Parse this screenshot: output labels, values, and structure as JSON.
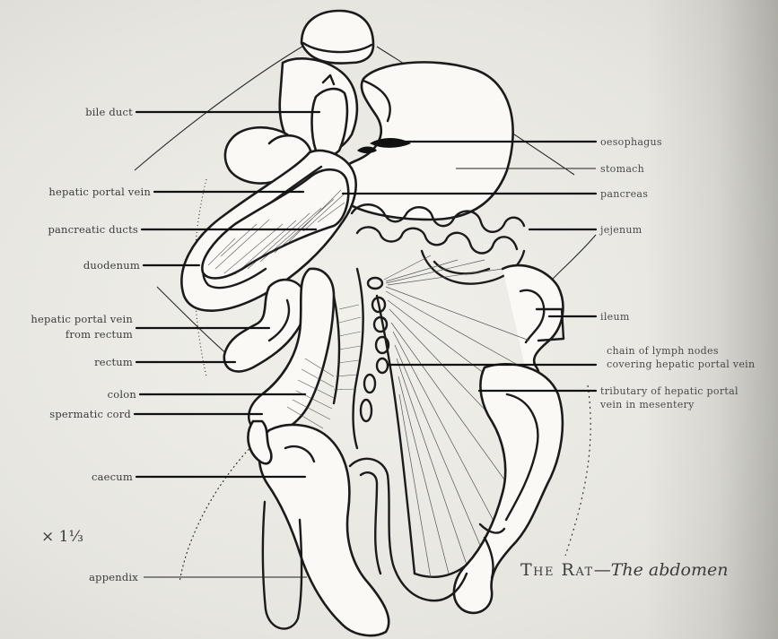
{
  "figure": {
    "caption_main": "The Rat",
    "caption_dash": "—",
    "caption_italic": "The abdomen",
    "magnification": "× 1⅓"
  },
  "labels_left": {
    "bile_duct": "bile duct",
    "hepatic_portal_vein": "hepatic portal vein",
    "pancreatic_ducts": "pancreatic ducts",
    "duodenum": "duodenum",
    "hepatic_portal_vein_from_rectum_1": "hepatic portal vein",
    "hepatic_portal_vein_from_rectum_2": "from rectum",
    "rectum": "rectum",
    "colon": "colon",
    "spermatic_cord": "spermatic cord",
    "caecum": "caecum",
    "appendix": "appendix"
  },
  "labels_right": {
    "oesophagus": "oesophagus",
    "stomach": "stomach",
    "pancreas": "pancreas",
    "jejenum": "jejenum",
    "ileum": "ileum",
    "lymph_1": "chain of lymph nodes",
    "lymph_2": "covering hepatic portal vein",
    "tributary_1": "tributary of hepatic portal",
    "tributary_2": "vein in mesentery"
  }
}
